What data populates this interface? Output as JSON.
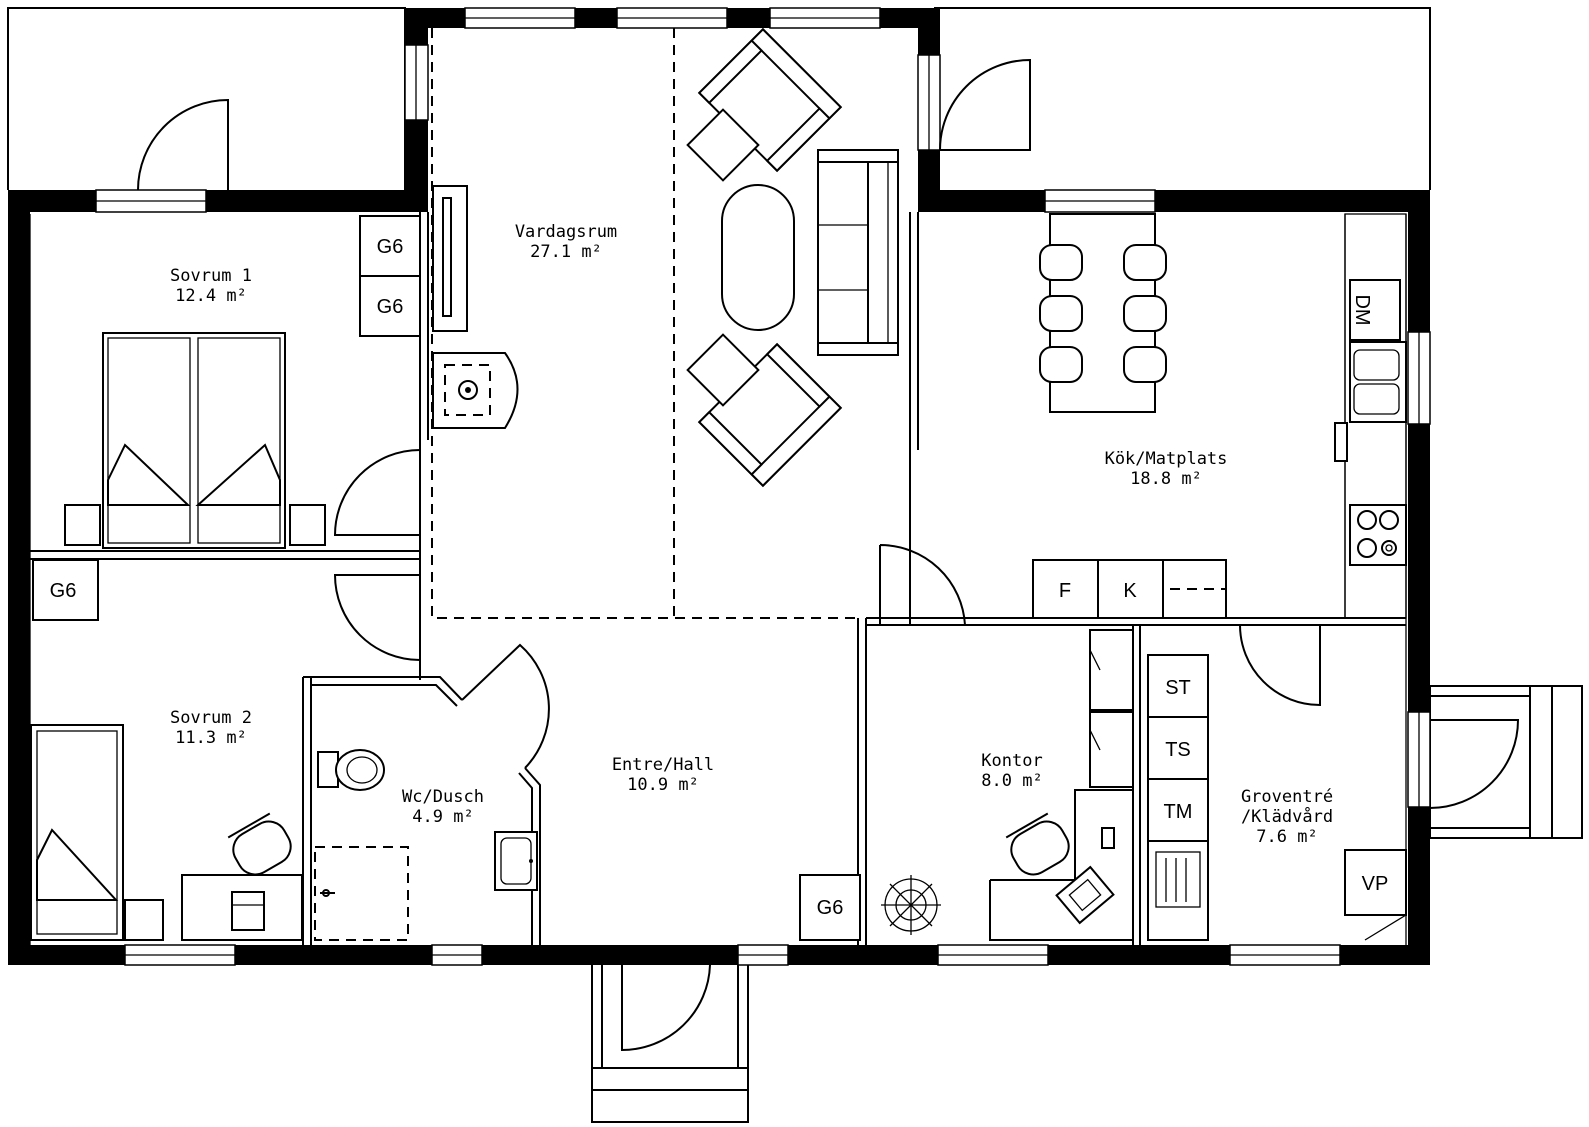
{
  "rooms": {
    "vardagsrum": {
      "name": "Vardagsrum",
      "area": "27.1 m²"
    },
    "sovrum1": {
      "name": "Sovrum 1",
      "area": "12.4 m²"
    },
    "sovrum2": {
      "name": "Sovrum 2",
      "area": "11.3 m²"
    },
    "kok": {
      "name": "Kök/Matplats",
      "area": "18.8 m²"
    },
    "wc": {
      "name": "Wc/Dusch",
      "area": "4.9 m²"
    },
    "entre": {
      "name": "Entre/Hall",
      "area": "10.9 m²"
    },
    "kontor": {
      "name": "Kontor",
      "area": "8.0 m²"
    },
    "groventre": {
      "name": "Groventré",
      "name2": "/Klädvård",
      "area": "7.6 m²"
    }
  },
  "labels": {
    "g6": "G6",
    "dm": "DM",
    "f": "F",
    "k": "K",
    "st": "ST",
    "ts": "TS",
    "tm": "TM",
    "vp": "VP"
  }
}
